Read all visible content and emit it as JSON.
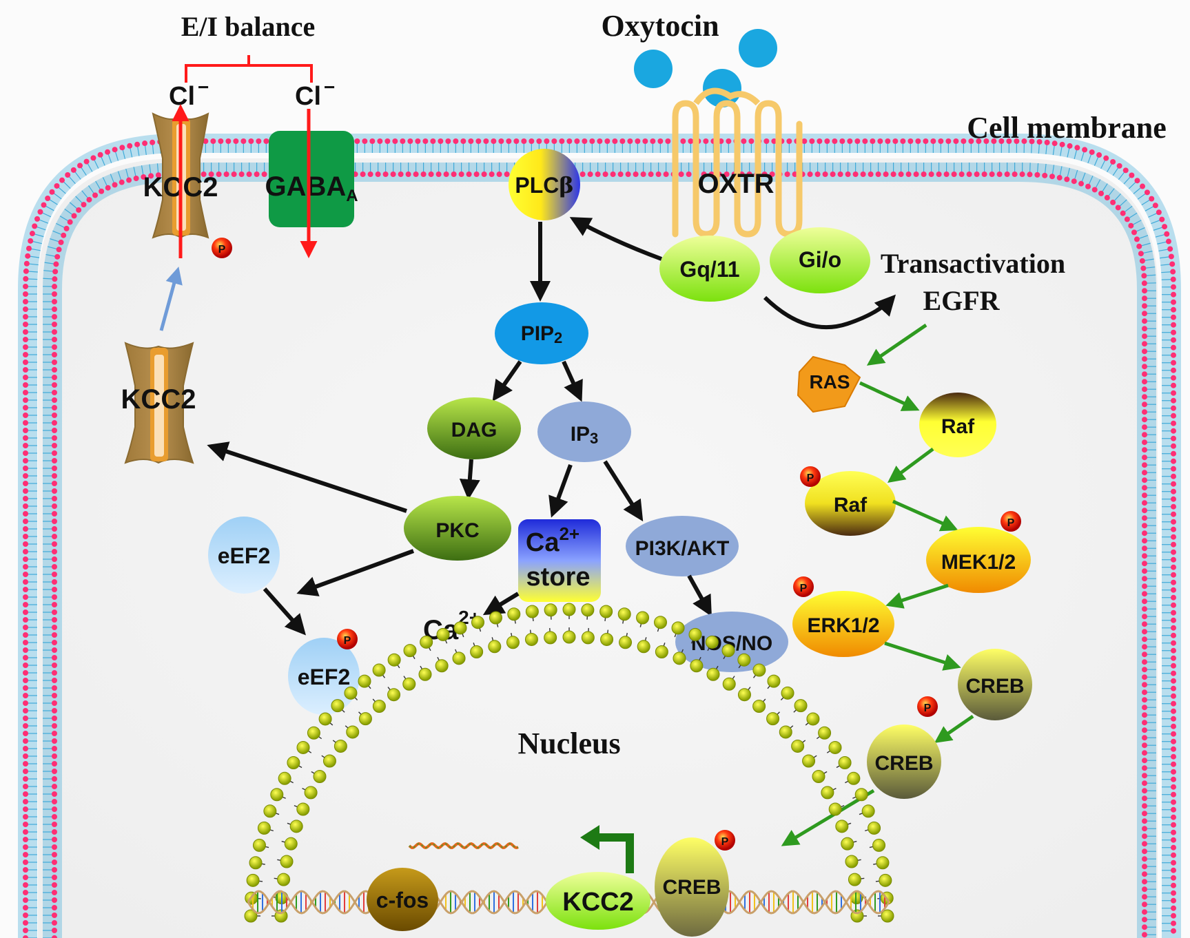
{
  "labels": {
    "ei_balance": "E/I balance",
    "cl_left": "Cl",
    "cl_right": "Cl",
    "cl_charge": "−",
    "oxytocin": "Oxytocin",
    "cell_membrane": "Cell membrane",
    "nucleus": "Nucleus",
    "transactivation": "Transactivation",
    "egfr": "EGFR",
    "ca_free": "Ca",
    "ca_sup": "2+",
    "phospho": "P"
  },
  "nodes": {
    "kcc2_membrane": "KCC2",
    "gaba_main": "GABA",
    "gaba_sub": "A",
    "plc_main": "PLC",
    "plc_sub": "β",
    "oxtr": "OXTR",
    "gq11": "Gq/11",
    "gio": "Gi/o",
    "pip_main": "PIP",
    "pip_sub": "2",
    "kcc2_cyto": "KCC2",
    "dag": "DAG",
    "ip_main": "IP",
    "ip_sub": "3",
    "pkc": "PKC",
    "ca_store_line1": "Ca",
    "ca_store_sup": "2+",
    "ca_store_line2": "store",
    "pi3k": "PI3K/AKT",
    "nos": "NOS/NO",
    "eef2_a": "eEF2",
    "eef2_b": "eEF2",
    "ras": "RAS",
    "raf_a": "Raf",
    "raf_b": "Raf",
    "mek": "MEK1/2",
    "erk": "ERK1/2",
    "creb_a": "CREB",
    "creb_b": "CREB",
    "creb_dna": "CREB",
    "cfos": "c-fos",
    "kcc2_gene": "KCC2"
  },
  "colors": {
    "membrane_head": "#ff2e74",
    "membrane_tail": "#3fa9d8",
    "inhibit_red": "#ff1a1a",
    "black_arrow": "#111111",
    "green_arrow": "#2e9a1f",
    "blue_arrow": "#6f9bd8",
    "oxytocin_dot": "#1aa7e0",
    "gaba_green": "#0f9a45",
    "ip3_blue": "#8fa9d8",
    "pip2_blue": "#1299e6",
    "phospho_red": "#d9160f"
  }
}
